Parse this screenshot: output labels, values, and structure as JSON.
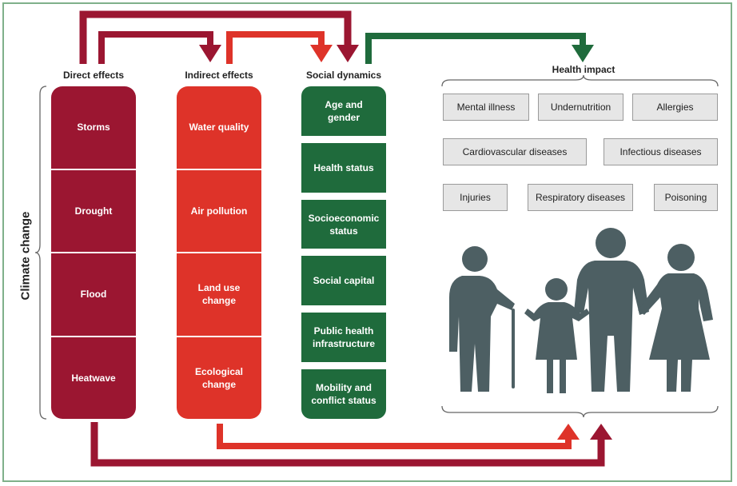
{
  "labels": {
    "climate_change": "Climate change",
    "direct_effects": "Direct effects",
    "indirect_effects": "Indirect effects",
    "social_dynamics": "Social dynamics",
    "health_impact": "Health impact"
  },
  "direct_effects": [
    "Storms",
    "Drought",
    "Flood",
    "Heatwave"
  ],
  "indirect_effects": [
    "Water quality",
    "Air pollution",
    "Land use change",
    "Ecological change"
  ],
  "social_dynamics": [
    "Age and gender",
    "Health status",
    "Socioeconomic status",
    "Social capital",
    "Public health infrastructure",
    "Mobility and conflict status"
  ],
  "health_impacts": [
    "Mental illness",
    "Undernutrition",
    "Allergies",
    "Cardiovascular diseases",
    "Infectious diseases",
    "Injuries",
    "Respiratory diseases",
    "Poisoning"
  ],
  "colors": {
    "direct": "#9b1631",
    "indirect": "#de3329",
    "social": "#1f6b3c",
    "people": "#4d5f63",
    "frame": "#7fb08a"
  },
  "icons": [
    "family-figures-icon"
  ]
}
